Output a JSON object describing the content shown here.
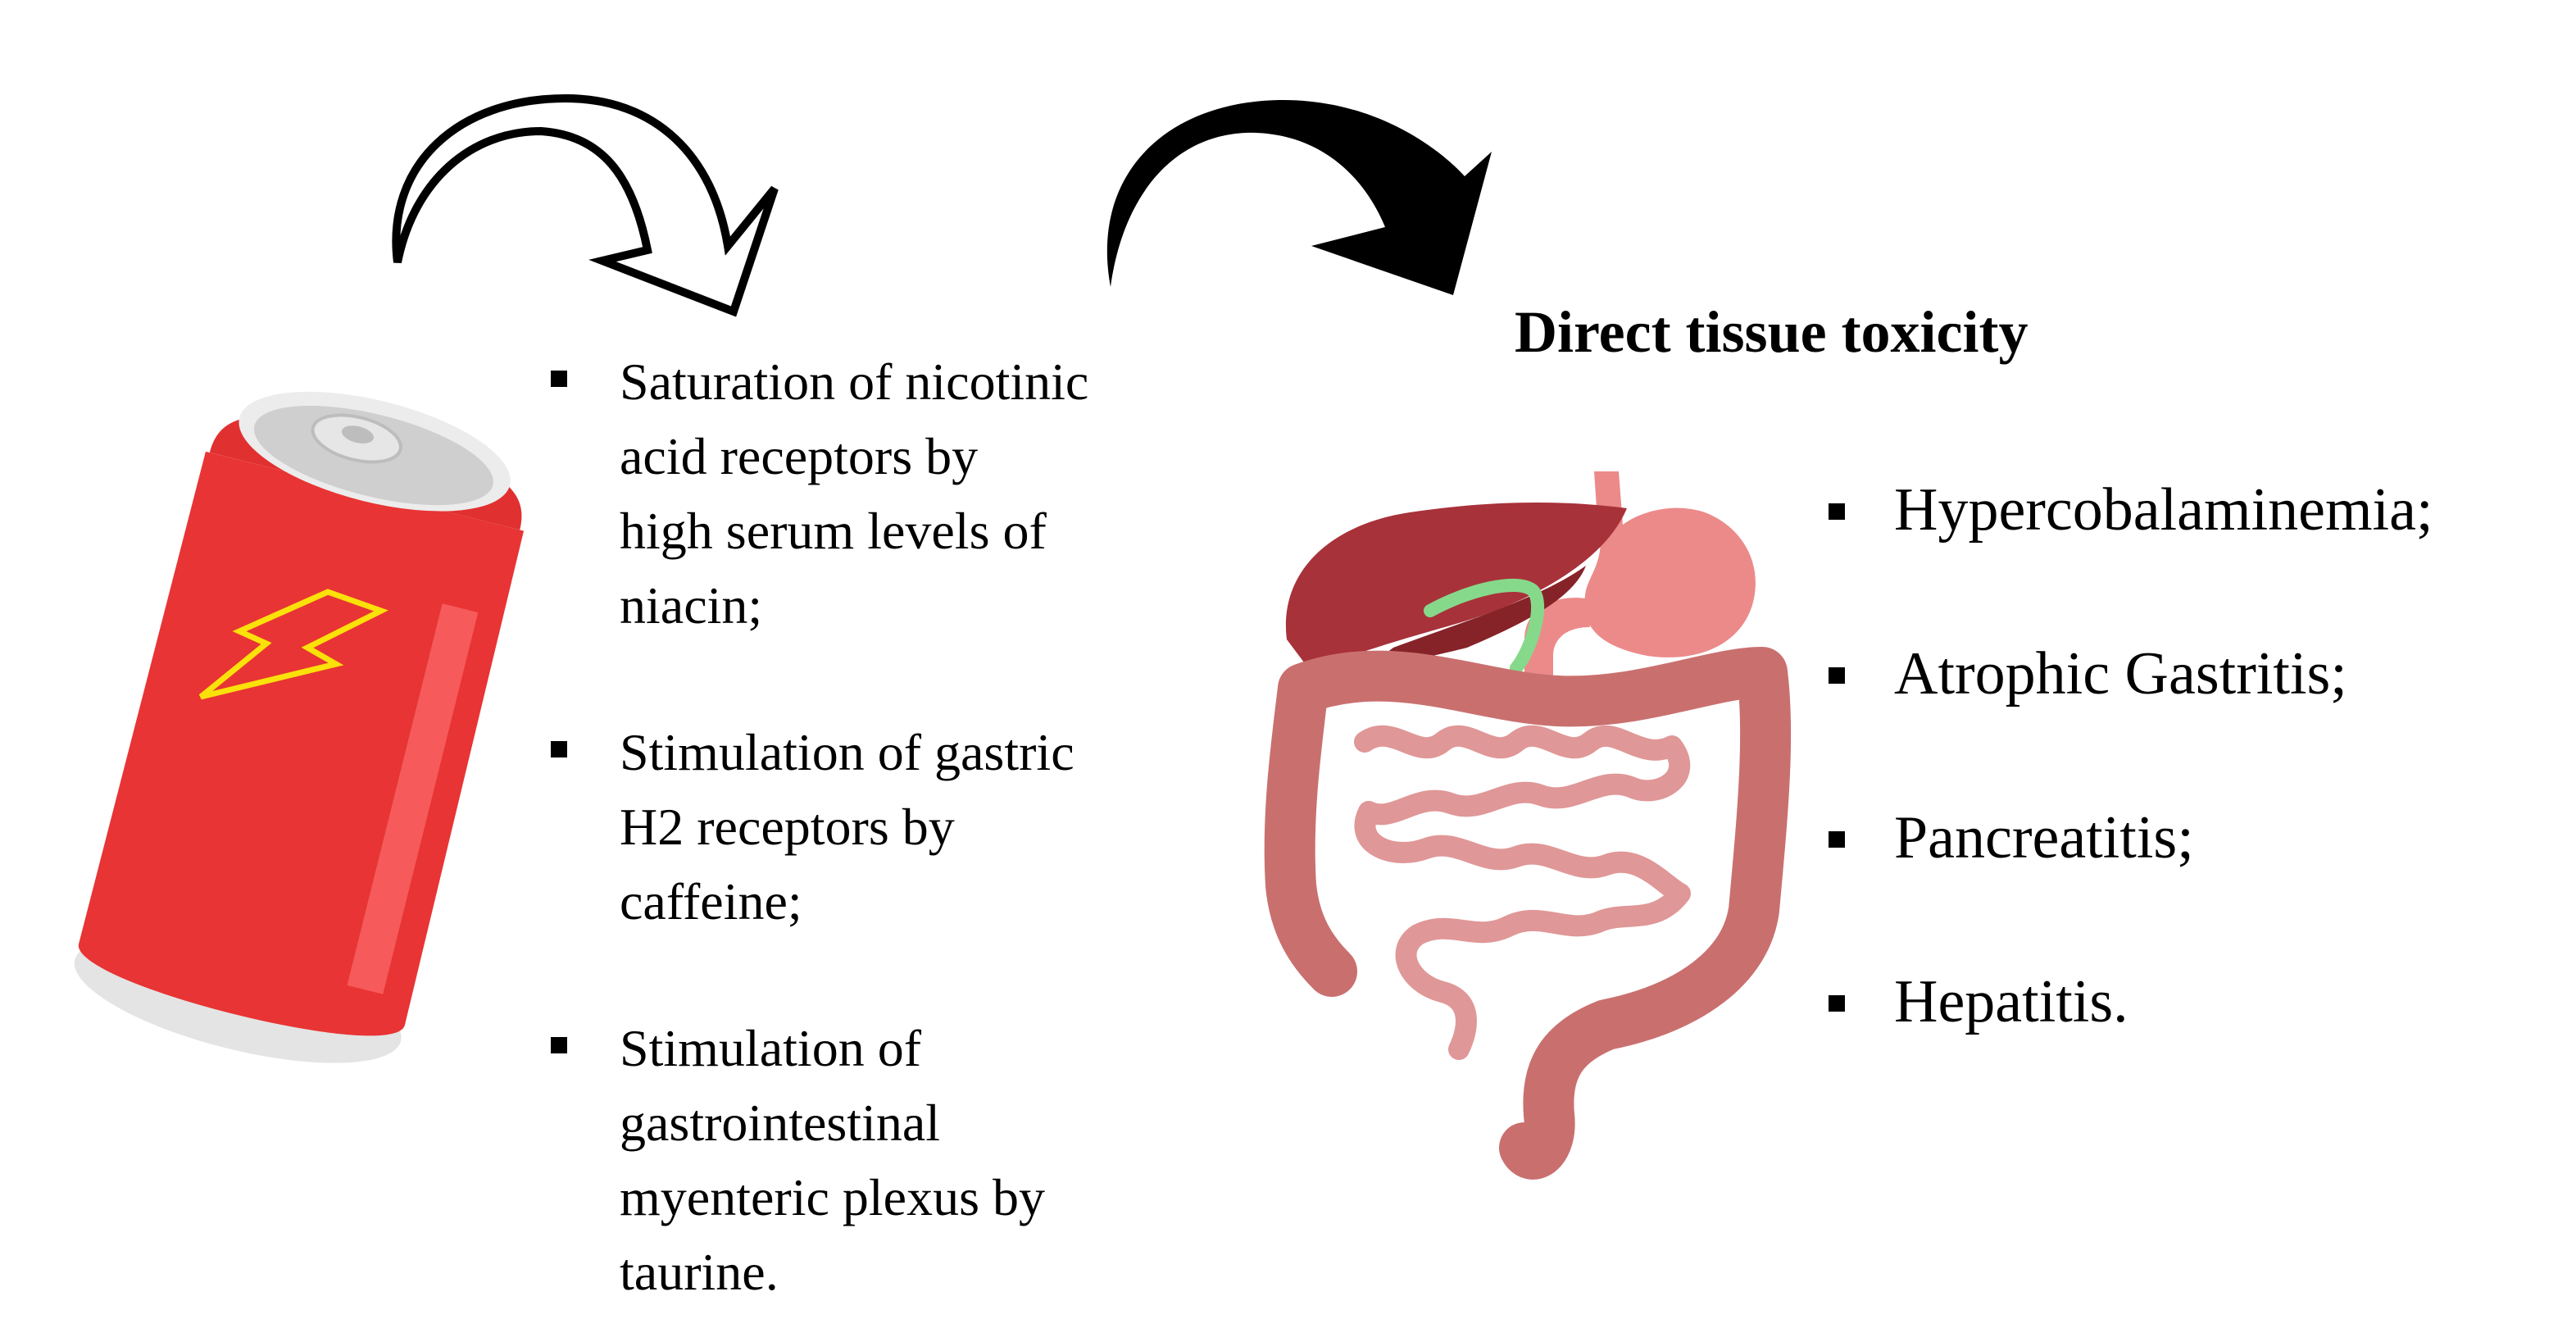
{
  "colors": {
    "can_red": "#e83434",
    "can_highlight": "#f65a5a",
    "can_lid": "#d9d9d9",
    "bolt_yellow": "#fbe10a",
    "liver": "#a8323a",
    "liver_dark": "#862329",
    "gallbladder": "#86d98a",
    "stomach": "#ec8a8a",
    "colon": "#c9706f",
    "small_intestine": "#e09797",
    "arrow": "#000000"
  },
  "icons": {
    "can": "energy-drink-can-icon",
    "bolt": "lightning-bolt-icon",
    "organs": "digestive-system-icon",
    "arrow_outline": "curved-arrow-outline-icon",
    "arrow_solid": "curved-arrow-solid-icon"
  },
  "mechanisms": {
    "items": [
      {
        "lines": [
          "Saturation of nicotinic",
          "acid receptors by",
          "high serum levels of",
          "niacin;"
        ]
      },
      {
        "lines": [
          "Stimulation of gastric",
          "H2 receptors by",
          "caffeine;"
        ]
      },
      {
        "lines": [
          "Stimulation of",
          "gastrointestinal",
          "myenteric plexus by",
          "taurine."
        ]
      }
    ]
  },
  "toxicity": {
    "title": "Direct tissue toxicity",
    "items": [
      "Hypercobalaminemia;",
      "Atrophic Gastritis;",
      "Pancreatitis;",
      "Hepatitis."
    ]
  }
}
